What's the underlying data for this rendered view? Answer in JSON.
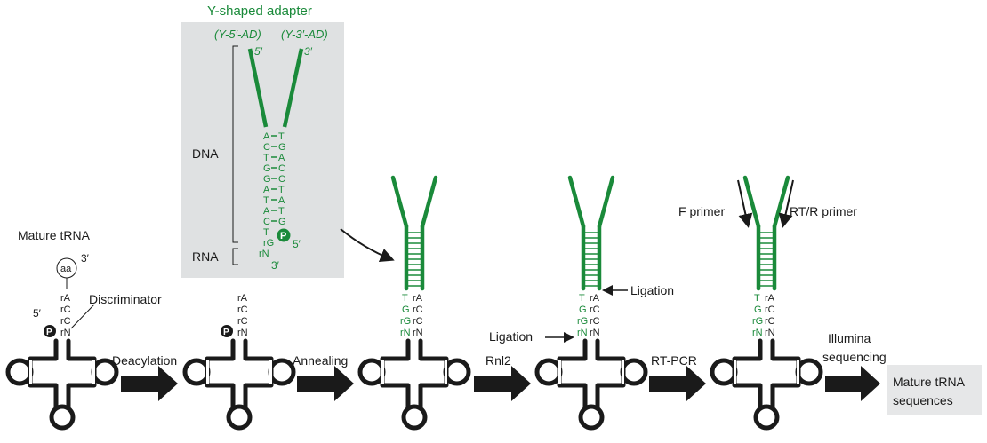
{
  "adapter": {
    "title": "Y-shaped adapter",
    "left_label": "(Y-5′-AD)",
    "right_label": "(Y-3′-AD)",
    "left_end": "5′",
    "right_end": "3′",
    "dna_label": "DNA",
    "rna_label": "RNA",
    "left_strand": [
      "A",
      "C",
      "T",
      "G",
      "G",
      "A",
      "T",
      "A",
      "C",
      "T",
      "rG",
      "rN"
    ],
    "right_strand": [
      "T",
      "G",
      "A",
      "C",
      "C",
      "T",
      "A",
      "T",
      "G"
    ],
    "phosphate": "P",
    "phosphate_end": "5′",
    "bottom_end": "3′"
  },
  "steps": {
    "mature_trna": "Mature tRNA",
    "aa": "aa",
    "three_prime": "3′",
    "five_prime": "5′",
    "discriminator": "Discriminator",
    "deacylation": "Deacylation",
    "annealing": "Annealing",
    "rnl2": "Rnl2",
    "rt_pcr": "RT-PCR",
    "illumina_line1": "Illumina",
    "illumina_line2": "sequencing",
    "ligation": "Ligation",
    "f_primer": "F primer",
    "rt_r_primer": "RT/R primer",
    "result_line1": "Mature tRNA",
    "result_line2": "sequences"
  },
  "trna_3prime_tail": [
    "rA",
    "rC",
    "rC",
    "rN"
  ],
  "adapter_tail_green": [
    "T",
    "G",
    "rG",
    "rN"
  ],
  "colors": {
    "green": "#1a8a3a",
    "black": "#1a1a1a",
    "panel": "#dfe1e2"
  }
}
